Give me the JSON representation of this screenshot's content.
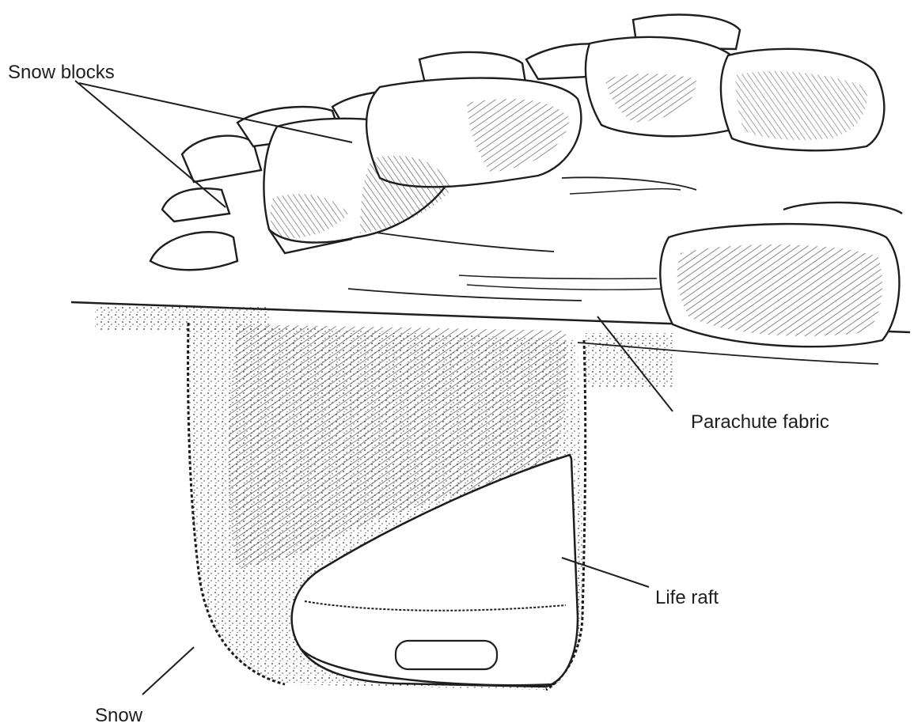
{
  "labels": {
    "snow_blocks": "Snow blocks",
    "parachute_fabric": "Parachute fabric",
    "life_raft": "Life raft",
    "snow": "Snow"
  },
  "colors": {
    "ink": "#1e1e1e",
    "background": "#ffffff"
  }
}
